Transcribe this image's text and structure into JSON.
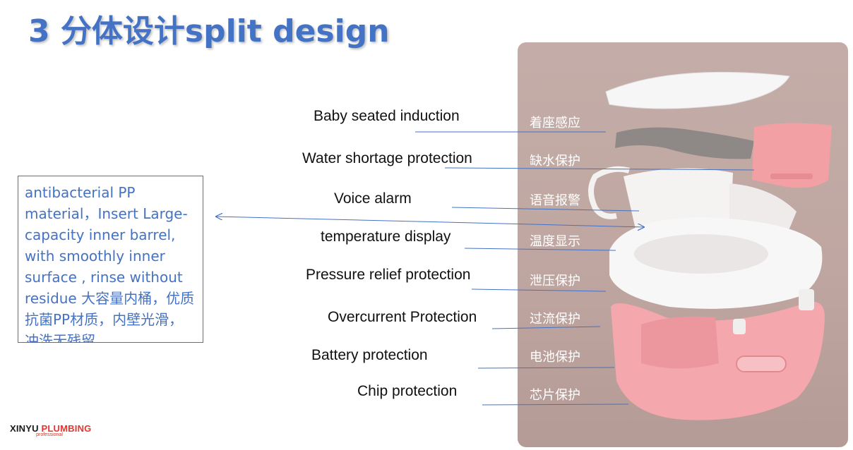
{
  "title": "3 分体设计split design",
  "description": "antibacterial PP material，Insert Large-capacity inner barrel, with smoothly inner surface , rinse without residue 大容量内桶，优质抗菌PP材质，内壁光滑，冲洗无残留",
  "features": [
    {
      "en": "Baby seated  induction",
      "zh": "着座感应"
    },
    {
      "en": "Water shortage protection",
      "zh": "缺水保护"
    },
    {
      "en": "Voice alarm",
      "zh": "语音报警"
    },
    {
      "en": "temperature display",
      "zh": "温度显示"
    },
    {
      "en": "Pressure relief protection",
      "zh": "泄压保护"
    },
    {
      "en": "Overcurrent Protection",
      "zh": "过流保护"
    },
    {
      "en": "Battery protection",
      "zh": "电池保护"
    },
    {
      "en": "Chip protection",
      "zh": "芯片保护"
    }
  ],
  "logo": {
    "part1": "XINYU",
    "part2": "PLUMBING",
    "sub": "professional"
  },
  "colors": {
    "accent": "#4472c4",
    "product_pink": "#f2a5aa",
    "photo_bg": "#c4ada8"
  }
}
